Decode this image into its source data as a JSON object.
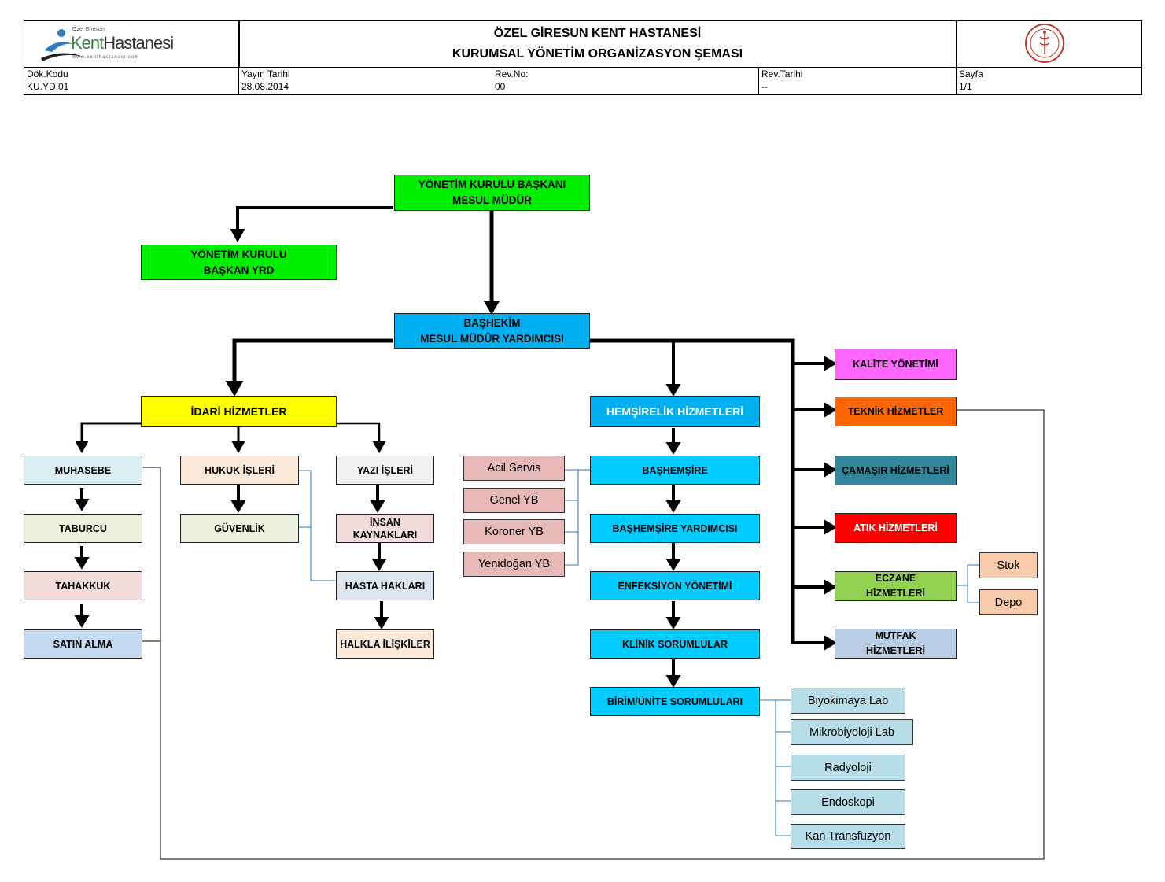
{
  "header": {
    "logo": {
      "small": "Özel Giresun",
      "main_a": "Kent",
      "main_b": "Hastanesi",
      "url": "www.kenthastanesi.com"
    },
    "title1": "ÖZEL GİRESUN KENT HASTANESİ",
    "title2": "KURUMSAL YÖNETİM ORGANİZASYON ŞEMASI",
    "meta": [
      {
        "label": "Dök.Kodu",
        "value": "KU.YD.01"
      },
      {
        "label": "Yayın Tarihi",
        "value": "28.08.2014"
      },
      {
        "label": "Rev.No:",
        "value": "00"
      },
      {
        "label": "Rev.Tarihi",
        "value": "--"
      },
      {
        "label": "Sayfa",
        "value": "1/1"
      }
    ],
    "seal_icon": "ministry-seal-icon"
  },
  "colors": {
    "green": "#00ee00",
    "blue": "#00b0f0",
    "yellow": "#ffff00",
    "cyan": "#00ccff",
    "magenta": "#ff66ff",
    "orange": "#ff6600",
    "teal": "#31869b",
    "red": "#ff0000",
    "lime": "#92d050",
    "steel": "#b8cce4",
    "peach": "#f8cbad",
    "pink": "#e6b8b7",
    "lightblue": "#b7dee8"
  },
  "chart": {
    "chairman": [
      "YÖNETİM KURULU BAŞKANI",
      "MESUL MÜDÜR"
    ],
    "vice_chairman": [
      "YÖNETİM KURULU",
      "BAŞKAN YRD"
    ],
    "chief_physician": [
      "BAŞHEKİM",
      "MESUL MÜDÜR YARDIMCISI"
    ],
    "admin": "İDARİ HİZMETLER",
    "nursing": "HEMŞİRELİK HİZMETLERİ",
    "col1": [
      "MUHASEBE",
      "TABURCU",
      "TAHAKKUK",
      "SATIN ALMA"
    ],
    "col2": [
      "HUKUK İŞLERİ",
      "GÜVENLİK"
    ],
    "col3": [
      "YAZI İŞLERİ",
      "İNSAN KAYNAKLARI",
      "HASTA HAKLARI",
      "HALKLA İLİŞKİLER"
    ],
    "icu": [
      "Acil Servis",
      "Genel YB",
      "Koroner YB",
      "Yenidoğan YB"
    ],
    "nurse_chain": [
      "BAŞHEMŞİRE",
      "BAŞHEMŞİRE YARDIMCISI",
      "ENFEKSİYON YÖNETİMİ",
      "KLİNİK SORUMLULAR",
      "BİRİM/ÜNİTE SORUMLULARI"
    ],
    "labs": [
      "Biyokimaya Lab",
      "Mikrobiyoloji Lab",
      "Radyoloji",
      "Endoskopi",
      "Kan Transfüzyon"
    ],
    "services": [
      "KALİTE YÖNETİMİ",
      "TEKNİK HİZMETLER",
      "ÇAMAŞIR HİZMETLERİ",
      "ATIK HİZMETLERİ",
      "ECZANE HİZMETLERİ",
      "MUTFAK HİZMETLERİ"
    ],
    "pharmacy_sub": [
      "Stok",
      "Depo"
    ]
  }
}
